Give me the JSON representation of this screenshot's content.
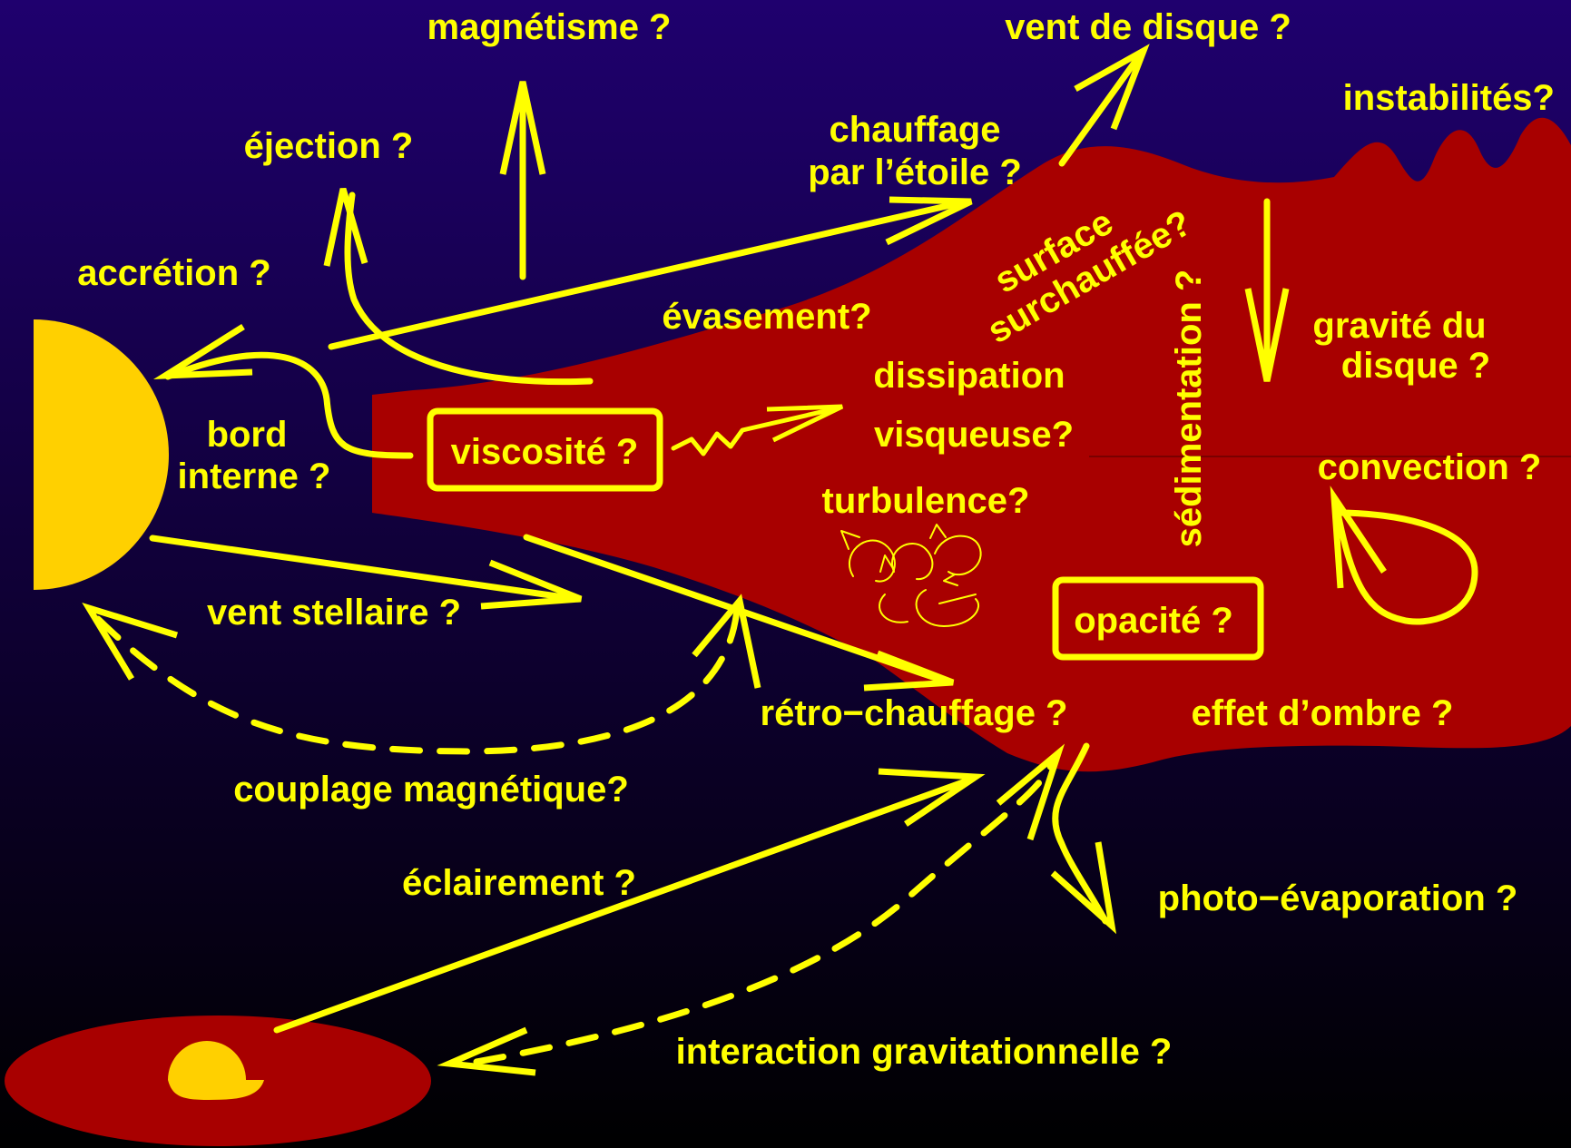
{
  "colors": {
    "bg_top": "#1f006e",
    "bg_bottom": "#000000",
    "disk": "#a80000",
    "star": "#ffd000",
    "label": "#ffff00"
  },
  "labels": {
    "magnetisme": "magnétisme ?",
    "vent_disque": "vent de disque ?",
    "instabilites": "instabilités?",
    "ejection": "éjection ?",
    "chauffage_1": "chauffage",
    "chauffage_2": "par l’étoile ?",
    "accretion": "accrétion ?",
    "surface_1": "surface",
    "surface_2": "surchauffée?",
    "sedimentation": "sédimentation ?",
    "gravite_1": "gravité du",
    "gravite_2": "disque ?",
    "evasement": "évasement?",
    "dissipation_1": "dissipation",
    "dissipation_2": "visqueuse?",
    "bord_1": "bord",
    "bord_2": "interne ?",
    "viscosite": "viscosité ?",
    "convection": "convection ?",
    "turbulence": "turbulence?",
    "vent_stellaire": "vent stellaire ?",
    "opacite": "opacité ?",
    "retro": "rétro−chauffage ?",
    "ombre": "effet d’ombre ?",
    "couplage": "couplage magnétique?",
    "eclairement": "éclairement ?",
    "photoevap": "photo−évaporation ?",
    "interaction": "interaction gravitationnelle ?"
  }
}
